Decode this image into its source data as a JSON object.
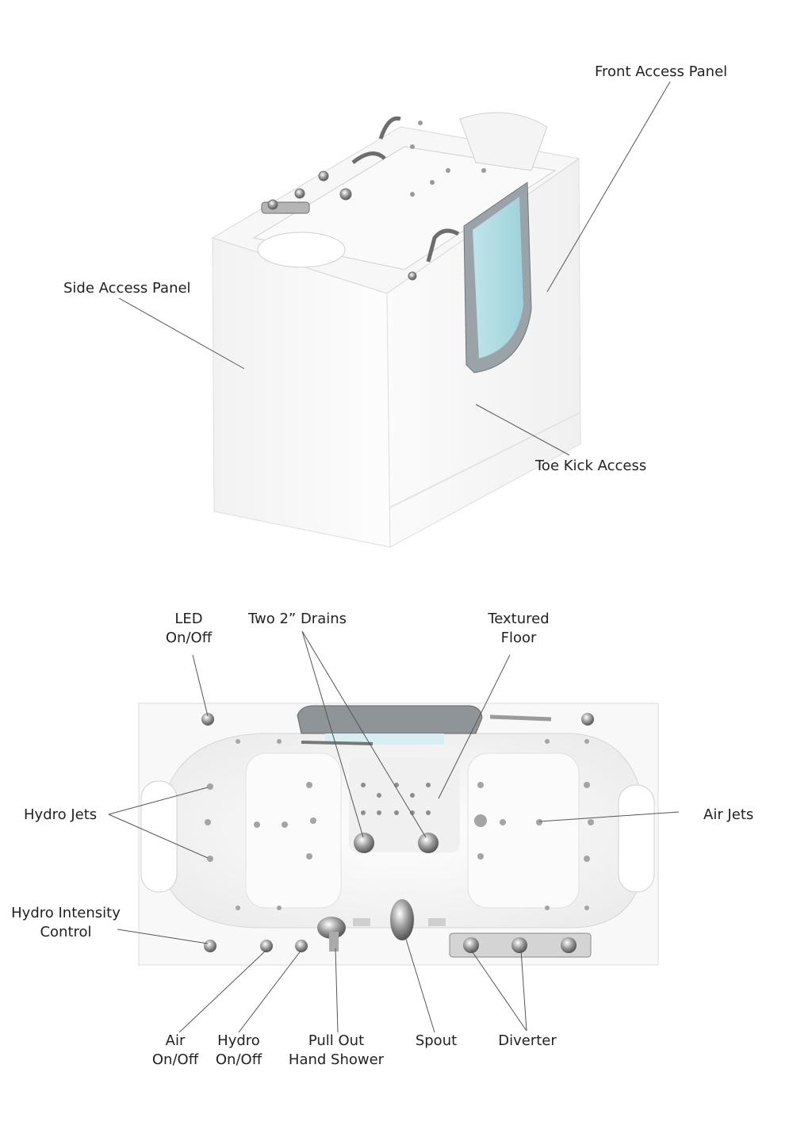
{
  "top_view": {
    "front_access_panel": "Front Access Panel",
    "side_access_panel": "Side Access Panel",
    "toe_kick_access": "Toe Kick Access"
  },
  "plan_view": {
    "led_on_off": "LED\nOn/Off",
    "two_drains": "Two 2” Drains",
    "textured_floor": "Textured\nFloor",
    "hydro_jets": "Hydro Jets",
    "air_jets": "Air Jets",
    "hydro_intensity_control": "Hydro Intensity\nControl",
    "air_on_off": "Air\nOn/Off",
    "hydro_on_off": "Hydro\nOn/Off",
    "pull_out_hand_shower": "Pull Out\nHand Shower",
    "spout": "Spout",
    "diverter": "Diverter"
  }
}
